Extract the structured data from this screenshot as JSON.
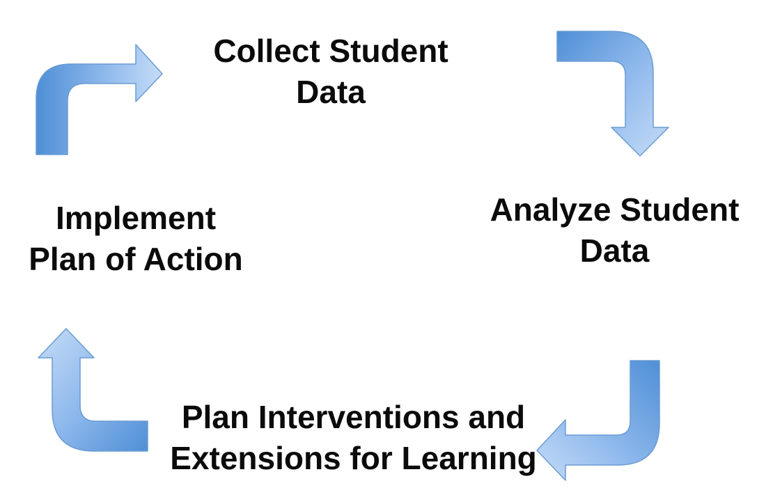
{
  "diagram": {
    "type": "cycle",
    "steps": [
      {
        "id": "collect",
        "lines": [
          "Collect Student",
          "Data"
        ]
      },
      {
        "id": "analyze",
        "lines": [
          "Analyze Student",
          "Data"
        ]
      },
      {
        "id": "plan",
        "lines": [
          "Plan Interventions and",
          "Extensions for Learning"
        ]
      },
      {
        "id": "implement",
        "lines": [
          "Implement",
          "Plan of Action"
        ]
      }
    ],
    "arrow_icons": [
      "curved-arrow-icon",
      "curved-arrow-icon",
      "curved-arrow-icon",
      "curved-arrow-icon"
    ],
    "colors": {
      "arrow_light": "#c5dcf7",
      "arrow_mid": "#8fb9ec",
      "arrow_dark": "#4f8fd6",
      "arrow_outline": "#6a9bd3",
      "text": "#0b0b0b",
      "background": "#ffffff"
    }
  }
}
